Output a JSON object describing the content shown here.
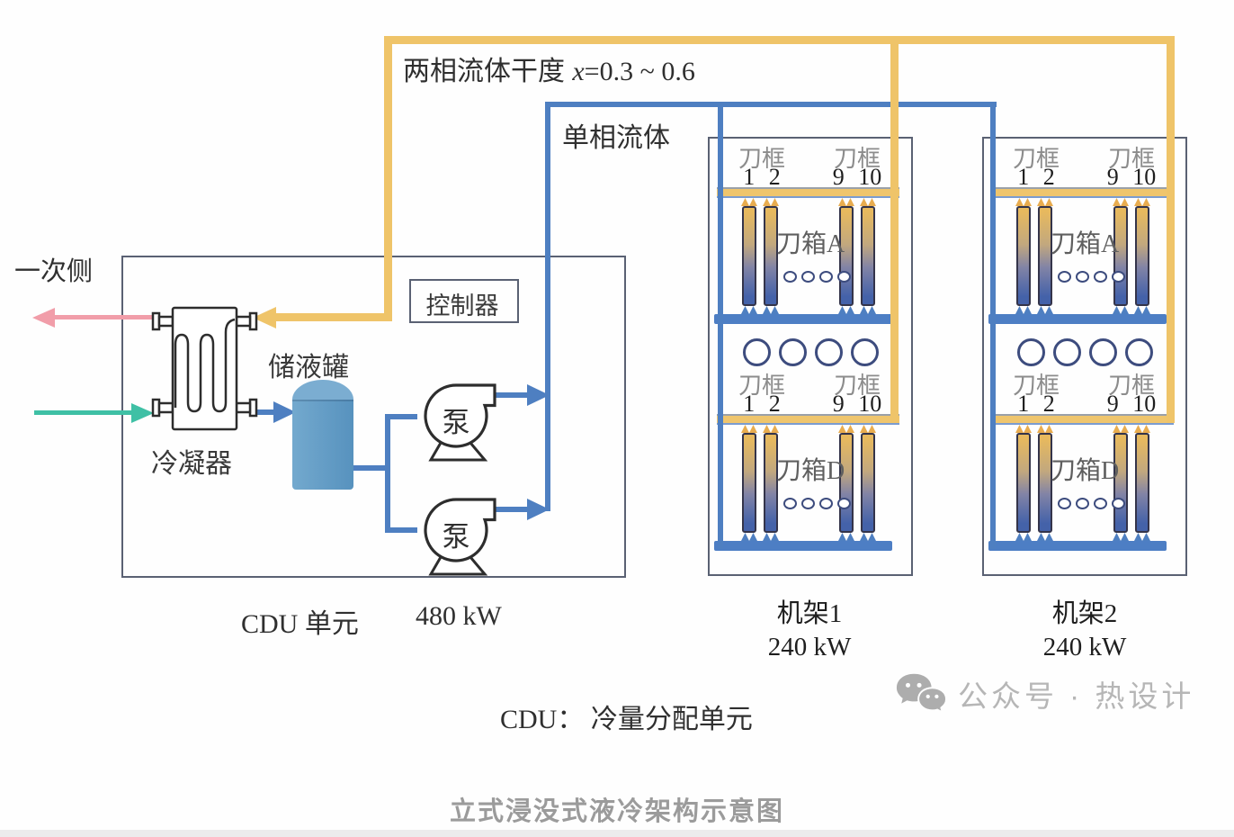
{
  "labels": {
    "two_phase_prefix": "两相流体干度 ",
    "two_phase_var": "x",
    "two_phase_rest": "=0.3 ~ 0.6",
    "single_phase": "单相流体",
    "primary_side": "一次侧",
    "controller": "控制器",
    "reservoir": "储液罐",
    "condenser": "冷凝器",
    "pump": "泵",
    "cdu_unit": "CDU 单元",
    "cdu_power": "480 kW",
    "cdu_definition": "CDU：  冷量分配单元",
    "caption": "立式浸没式液冷架构示意图",
    "watermark": "公众号 · 热设计"
  },
  "racks": [
    {
      "name": "机架1",
      "power": "240 kW"
    },
    {
      "name": "机架2",
      "power": "240 kW"
    }
  ],
  "rack_internals": {
    "blade_frame": "刀框",
    "frame_numbers_left": "1 2",
    "frame_numbers_right": "9 10",
    "blade_box_top": "刀箱A",
    "blade_box_bottom": "刀箱D"
  },
  "colors": {
    "two_phase_pipe": "#EFC469",
    "single_phase_pipe": "#4E7FC1",
    "primary_return": "#F19DA9",
    "primary_supply": "#3FC0A5",
    "tank": "#5E9AC5",
    "blade_gradient_top": "#E7B95E",
    "blade_gradient_bottom": "#4462A9"
  }
}
